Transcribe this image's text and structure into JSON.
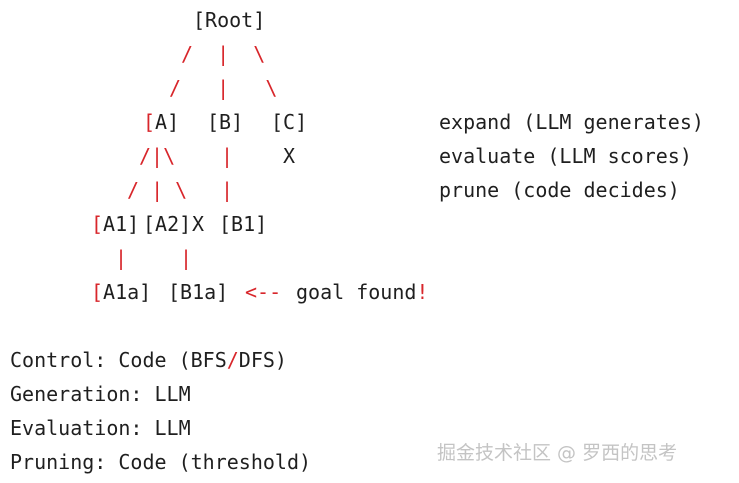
{
  "tree": {
    "root": "[Root]",
    "a_open": "[",
    "a_rest": "A]",
    "b": "[B]",
    "c": "[C]",
    "pruned_mark": "X",
    "a1_open": "[",
    "a1_rest": "A1]",
    "a2": "[A2]",
    "b1": "[B1]",
    "a1a_open": "[",
    "a1a_rest": "A1a]",
    "b1a": "[B1a]",
    "arrow": "<--",
    "goal_text": "goal found",
    "goal_bang": "!",
    "branch_root": "/  |  \\",
    "branch_root2": "/   |   \\",
    "branch_a1": "/|\\",
    "branch_b1": "|",
    "branch_a2": "/ | \\",
    "branch_b2": "|",
    "branch_a1a": "|",
    "branch_b1a": "|"
  },
  "steps": {
    "expand": "expand (LLM generates)",
    "evaluate": "evaluate (LLM scores)",
    "prune": "prune (code decides)"
  },
  "roles": {
    "control_pre": "Control: Code (BFS",
    "control_slash": "/",
    "control_post": "DFS)",
    "generation": "Generation: LLM",
    "evaluation": "Evaluation: LLM",
    "pruning": "Pruning: Code (threshold)"
  },
  "watermark": "掘金技术社区 @ 罗西的思考"
}
